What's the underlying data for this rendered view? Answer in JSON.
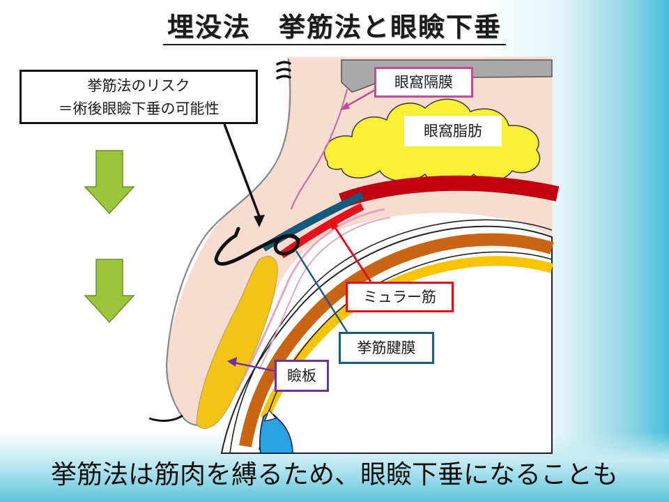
{
  "title": "埋没法　挙筋法と眼瞼下垂",
  "risk_box": {
    "line1": "挙筋法のリスク",
    "line2": "＝術後眼瞼下垂の可能性"
  },
  "labels": {
    "orbital_septum": "眼窩隔膜",
    "orbital_fat": "眼窩脂肪",
    "muller_muscle": "ミュラー筋",
    "levator_aponeurosis": "挙筋腱膜",
    "tarsus": "瞼板"
  },
  "caption": "挙筋法は筋肉を縛るため、眼瞼下垂になることも",
  "colors": {
    "skin": "#f7ddd0",
    "bone": "#a9a9a9",
    "fat": "#fcef37",
    "muller": "#e8101e",
    "muscle_dark_red": "#c00010",
    "aponeurosis": "#155a7c",
    "tarsus": "#f2c418",
    "orange_layer": "#c96412",
    "septum_line": "#c86fa8",
    "arrow_green": "#9bc53d",
    "cornea": "#29a3e0",
    "label_magenta": "#c04d97",
    "label_red": "#e0101a",
    "label_blue": "#1e5a78",
    "label_purple": "#7030a0"
  },
  "icons": [
    "down-arrow-icon",
    "down-arrow-icon"
  ]
}
